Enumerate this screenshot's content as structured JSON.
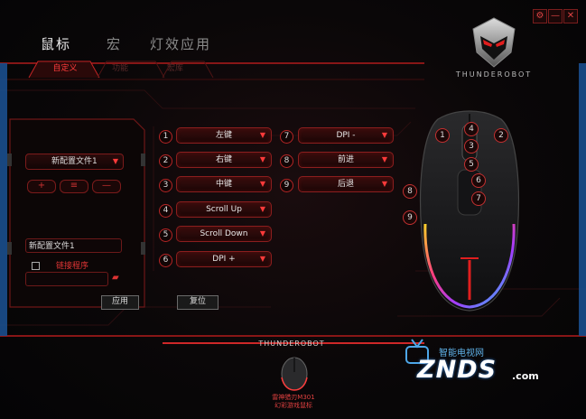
{
  "nav": {
    "tabs": [
      {
        "label": "鼠标",
        "active": true
      },
      {
        "label": "宏",
        "active": false
      },
      {
        "label": "灯效应用",
        "active": false
      }
    ],
    "subtabs": [
      {
        "label": "自定义",
        "active": true
      },
      {
        "label": "功能",
        "active": false
      },
      {
        "label": "宏库",
        "active": false
      }
    ]
  },
  "window_controls": {
    "settings": "⚙",
    "minimize": "—",
    "close": "✕"
  },
  "brand": {
    "name": "THUNDEROBOT"
  },
  "profile_panel": {
    "profile_select": "新配置文件1",
    "buttons": [
      "+",
      "≡",
      "—"
    ],
    "name_value": "新配置文件1",
    "link_app_label": "链接程序",
    "path_value": "",
    "apply_label": "应用"
  },
  "assignments": [
    {
      "num": "1",
      "value": "左键"
    },
    {
      "num": "2",
      "value": "右键"
    },
    {
      "num": "3",
      "value": "中键"
    },
    {
      "num": "4",
      "value": "Scroll Up"
    },
    {
      "num": "5",
      "value": "Scroll Down"
    },
    {
      "num": "6",
      "value": "DPI +"
    },
    {
      "num": "7",
      "value": "DPI -"
    },
    {
      "num": "8",
      "value": "前进"
    },
    {
      "num": "9",
      "value": "后退"
    }
  ],
  "reset_label": "复位",
  "mouse_markers": [
    "1",
    "2",
    "3",
    "4",
    "5",
    "6",
    "7",
    "8",
    "9"
  ],
  "footer": {
    "brand": "THUNDEROBOT",
    "product_line1": "雷神猎刃M301",
    "product_line2": "幻彩游戏鼠标"
  },
  "watermark": {
    "cn": "智能电视网",
    "big": "ZNDS",
    "suffix": ".com"
  },
  "colors": {
    "accent_red": "#e02b2b",
    "bg": "#050506",
    "panel_border": "#7b1b1b"
  }
}
